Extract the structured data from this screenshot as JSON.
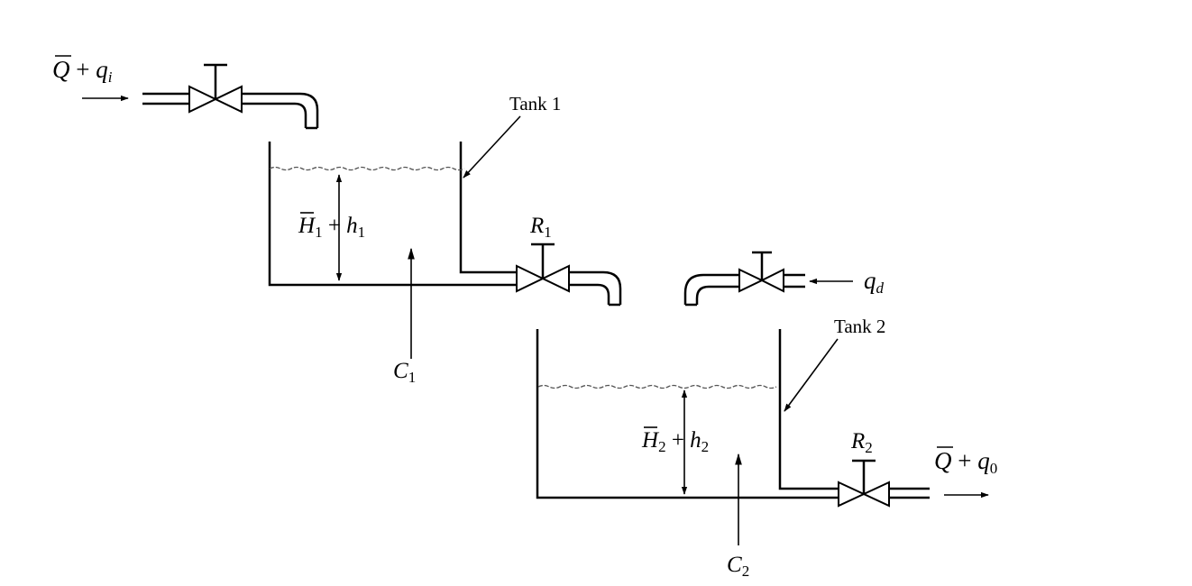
{
  "labels": {
    "tank1": "Tank 1",
    "tank2": "Tank 2",
    "r1_letter": "R",
    "r1_sub": "1",
    "r2_letter": "R",
    "r2_sub": "2",
    "c1_letter": "C",
    "c1_sub": "1",
    "c2_letter": "C",
    "c2_sub": "2",
    "qd_letter": "q",
    "qd_sub": "d",
    "inflow": {
      "q_bar": "Q",
      "plus": " + ",
      "q": "q",
      "q_sub": "i"
    },
    "outflow": {
      "q_bar": "Q",
      "plus": " + ",
      "q": "q",
      "q_sub": "0"
    },
    "level1": {
      "h_bar": "H",
      "h_bar_sub": "1",
      "plus": " + ",
      "h": "h",
      "h_sub": "1"
    },
    "level2": {
      "h_bar": "H",
      "h_bar_sub": "2",
      "plus": " + ",
      "h": "h",
      "h_sub": "2"
    }
  }
}
